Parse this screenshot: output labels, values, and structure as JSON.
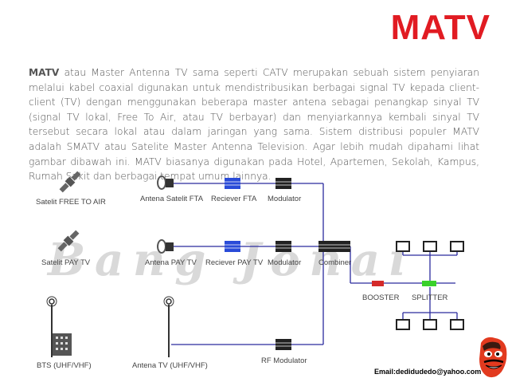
{
  "title": "MATV",
  "paragraph": {
    "lead": "MATV",
    "body": " atau Master Antenna TV sama seperti CATV merupakan sebuah sistem penyiaran melalui kabel coaxial digunakan untuk mendistribusikan berbagai signal TV kepada client-client (TV) dengan menggunakan beberapa master antena sebagai penangkap sinyal TV (signal TV lokal, Free To Air, atau TV berbayar) dan menyiarkannya kembali sinyal TV tersebut secara lokal atau dalam jaringan yang sama. Sistem distribusi populer MATV adalah SMATV atau Satelite Master Antenna Television. Agar lebih mudah dipahami lihat gambar dibawah ini. MATV biasanya digunakan pada Hotel, Apartemen, Sekolah, Kampus, Rumah Sakit dan berbagai tempat umum lainnya."
  },
  "diagram": {
    "labels": {
      "satelit_fta": "Satelit FREE TO AIR",
      "antena_satelit_fta": "Antena Satelit FTA",
      "reciever_fta": "Reciever FTA",
      "modulator_1": "Modulator",
      "satelit_pay": "Satelit PAY TV",
      "antena_pay": "Antena PAY TV",
      "reciever_pay": "Reciever PAY TV",
      "modulator_2": "Modulator",
      "combiner": "Combiner",
      "booster": "BOOSTER",
      "splitter": "SPLITTER",
      "bts": "BTS (UHF/VHF)",
      "antena_tv": "Antena TV (UHF/VHF)",
      "rf_modulator": "RF Modulator"
    },
    "watermark": "Bang Jonai",
    "colors": {
      "line": "#2b2b9e",
      "receiver": "#2a4bd8",
      "booster": "#d42a2a",
      "splitter": "#39d12a"
    }
  },
  "email": "Email:dedidudedo@yahoo.com"
}
